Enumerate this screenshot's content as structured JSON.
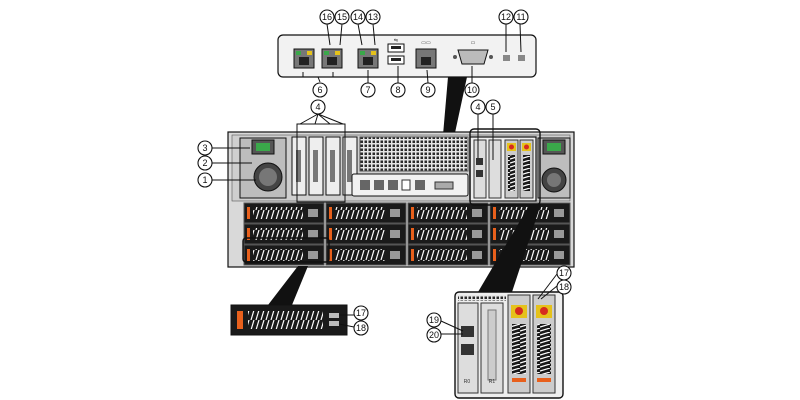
{
  "callouts": {
    "c1": "1",
    "c2": "2",
    "c3": "3",
    "c4": "4",
    "c5": "5",
    "c6": "6",
    "c7": "7",
    "c8": "8",
    "c9": "9",
    "c10": "10",
    "c11": "11",
    "c12": "12",
    "c13": "13",
    "c14": "14",
    "c15": "15",
    "c16": "16",
    "c17": "17",
    "c18": "18",
    "c19": "19",
    "c20": "20"
  },
  "slot_labels": {
    "r0": "R0",
    "r1": "R1"
  },
  "colors": {
    "chassis": "#d9d9d9",
    "drive_orange": "#e8601c",
    "led_green": "#3aa84a",
    "led_yellow": "#e5c21b",
    "latch_red": "#d62b1f"
  }
}
